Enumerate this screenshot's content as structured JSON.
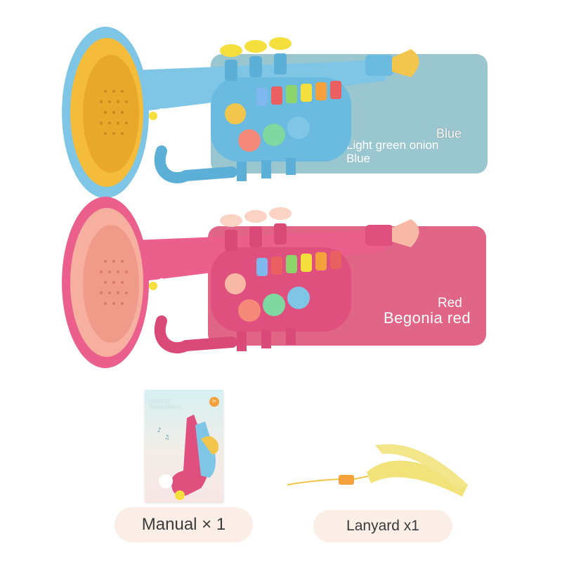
{
  "variants": [
    {
      "color_label": "Blue",
      "description_line1": "Light green onion",
      "description_line2": "Blue",
      "panel_color": "#9ac6cf",
      "trumpet_color": "#7fc6e6",
      "accent_color": "#f2c64c"
    },
    {
      "color_label": "Red",
      "description_line1": "Begonia red",
      "panel_color": "#e16586",
      "trumpet_color": "#ea5f8c",
      "accent_color": "#f7b9a5"
    }
  ],
  "accessories": {
    "manual": {
      "label": "Manual × 1",
      "cover_title": "Blow it!",
      "cover_subtitle": "Stringed instrument",
      "cover_badge": "3+"
    },
    "lanyard": {
      "label": "Lanyard x1",
      "color": "#f1e27a"
    }
  }
}
